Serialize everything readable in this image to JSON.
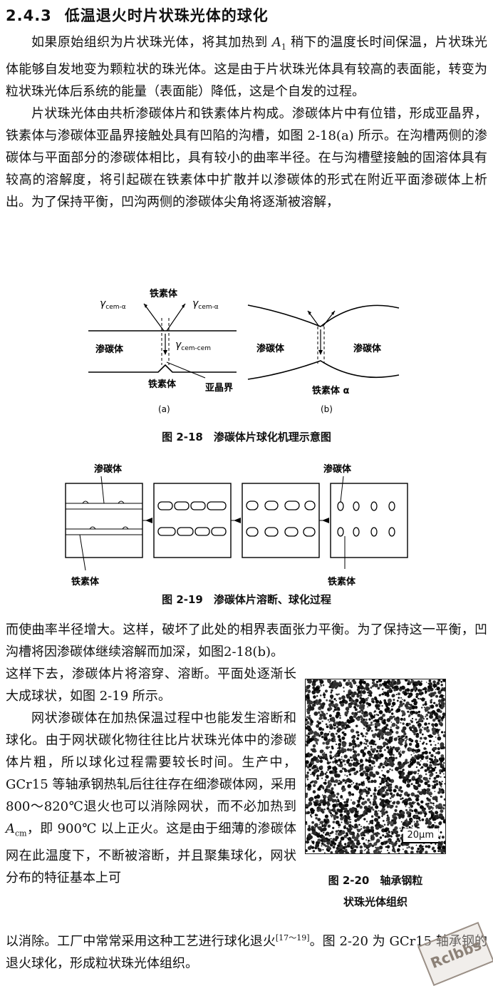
{
  "section": {
    "number": "2.4.3",
    "title": "低温退火时片状珠光体的球化"
  },
  "p1": {
    "t1": "如果原始组织为片状珠光体，将其加热到 ",
    "a": "A",
    "a_sub": "1",
    "t2": " 稍下的温度长时间保温，片状珠光体能够自发地变为颗粒状的珠光体。这是由于片状珠光体具有较高的表面能，转变为粒状珠光体后系统的能量（表面能）降低，这是个自发的过程。"
  },
  "p2": "片状珠光体由共析渗碳体片和铁素体片构成。渗碳体片中有位错，形成亚晶界，铁素体与渗碳体亚晶界接触处具有凹陷的沟槽，如图 2-18(a) 所示。在沟槽两侧的渗碳体与平面部分的渗碳体相比，具有较小的曲率半径。在与沟槽壁接触的固溶体具有较高的溶解度，将引起碳在铁素体中扩散并以渗碳体的形式在附近平面渗碳体上析出。为了保持平衡，凹沟两侧的渗碳体尖角将逐渐被溶解，",
  "fig18": {
    "label_ferrite_top": "铁素体",
    "gamma": "γ",
    "sub_cem_alpha": "cem-α",
    "sub_cem_cem": "cem-cem",
    "label_cementite": "渗碳体",
    "label_ferrite_bottom": "铁素体",
    "label_subgrain": "亚晶界",
    "label_a": "(a)",
    "label_cementite_b_left": "渗碳体",
    "label_cementite_b_right": "渗碳体",
    "label_ferrite_alpha": "铁素体 α",
    "label_b": "(b)",
    "caption": "图 2-18　渗碳体片球化机理示意图"
  },
  "fig19": {
    "label_cementite_1": "渗碳体",
    "label_ferrite_1": "铁素体",
    "label_cementite_4": "渗碳体",
    "label_ferrite_4": "铁素体",
    "caption": "图 2-19　渗碳体片溶断、球化过程"
  },
  "p3_full": "而使曲率半径增大。这样，破坏了此处的相界表面张力平衡。为了保持这一平衡，凹沟槽将因渗碳体继续溶解而加深，如图2-18(b)。",
  "p3_wrap": "这样下去，渗碳体片将溶穿、溶断。平面处逐渐长大成球状，如图 2-19 所示。",
  "p4": {
    "t1": "网状渗碳体在加热保温过程中也能发生溶断和球化。由于网状碳化物往往比片状珠光体中的渗碳体片粗，所以球化过程需要较长时间。生产中，GCr15 等轴承钢热轧后往往存在细渗碳体网，采用 800～820℃退火也可以消除网状，而不必加热到 ",
    "acm": "A",
    "acm_sub": "cm",
    "t2": "，即 900℃ 以上正火。这是由于细薄的渗碳体网在此温度下，不断被溶断，并且聚集球化，网状分布的特征基本上可"
  },
  "p4_end": {
    "t1": "以消除。工厂中常常采用这种工艺进行球化退火",
    "ref": "[17～19]",
    "t2": "。图 2-20 为 GCr15 轴承钢的退火球化，形成粒状珠光体组织。"
  },
  "fig20": {
    "scale": "20μm",
    "caption_line1": "图 2-20　轴承钢粒",
    "caption_line2": "状珠光体组织"
  },
  "watermark": "Rclbbs"
}
